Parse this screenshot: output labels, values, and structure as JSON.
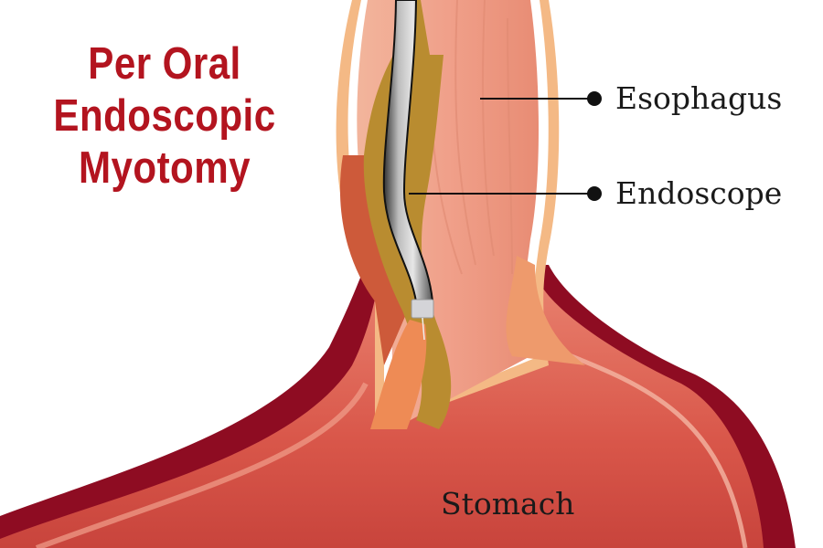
{
  "title": {
    "lines": [
      "Per Oral",
      "Endoscopic",
      "Myotomy"
    ]
  },
  "labels": {
    "esophagus": "Esophagus",
    "endoscope": "Endoscope",
    "stomach": "Stomach"
  },
  "colors": {
    "title": "#b3141f",
    "stomach_outer": "#8e0c22",
    "stomach_inner": "#d9584c",
    "esophagus": "#f0a68e",
    "tunnel": "#b88a2e",
    "endoscope": "#9a9a9a"
  }
}
